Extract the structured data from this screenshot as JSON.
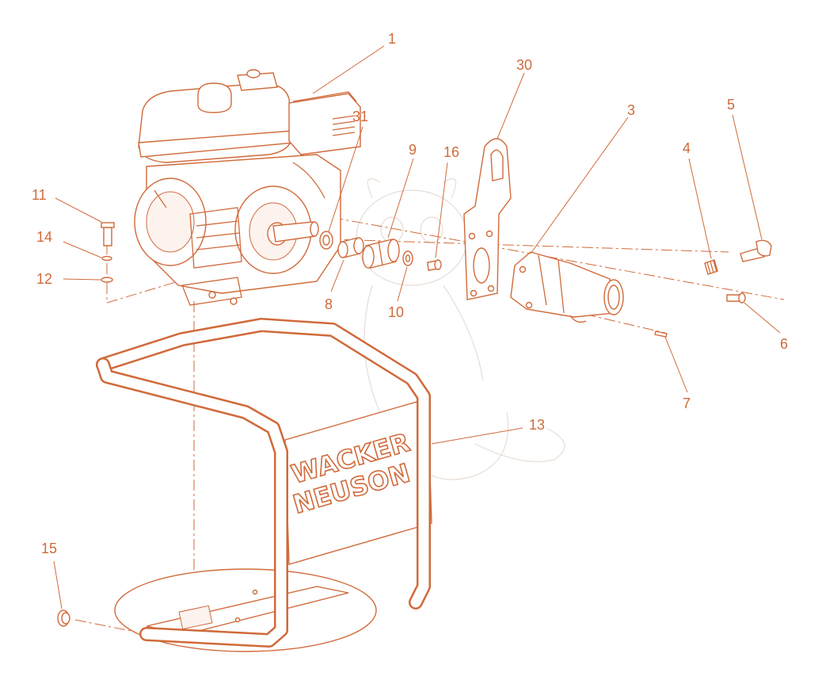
{
  "brand": {
    "logo_line1": "WACKER",
    "logo_line2": "NEUSON",
    "color": "#d06a3a"
  },
  "callouts": [
    {
      "id": "1",
      "label": "1"
    },
    {
      "id": "3",
      "label": "3"
    },
    {
      "id": "4",
      "label": "4"
    },
    {
      "id": "5",
      "label": "5"
    },
    {
      "id": "6",
      "label": "6"
    },
    {
      "id": "7",
      "label": "7"
    },
    {
      "id": "8",
      "label": "8"
    },
    {
      "id": "9",
      "label": "9"
    },
    {
      "id": "10",
      "label": "10"
    },
    {
      "id": "11",
      "label": "11"
    },
    {
      "id": "12",
      "label": "12"
    },
    {
      "id": "13",
      "label": "13"
    },
    {
      "id": "14",
      "label": "14"
    },
    {
      "id": "15",
      "label": "15"
    },
    {
      "id": "16",
      "label": "16"
    },
    {
      "id": "30",
      "label": "30"
    },
    {
      "id": "31",
      "label": "31"
    }
  ]
}
